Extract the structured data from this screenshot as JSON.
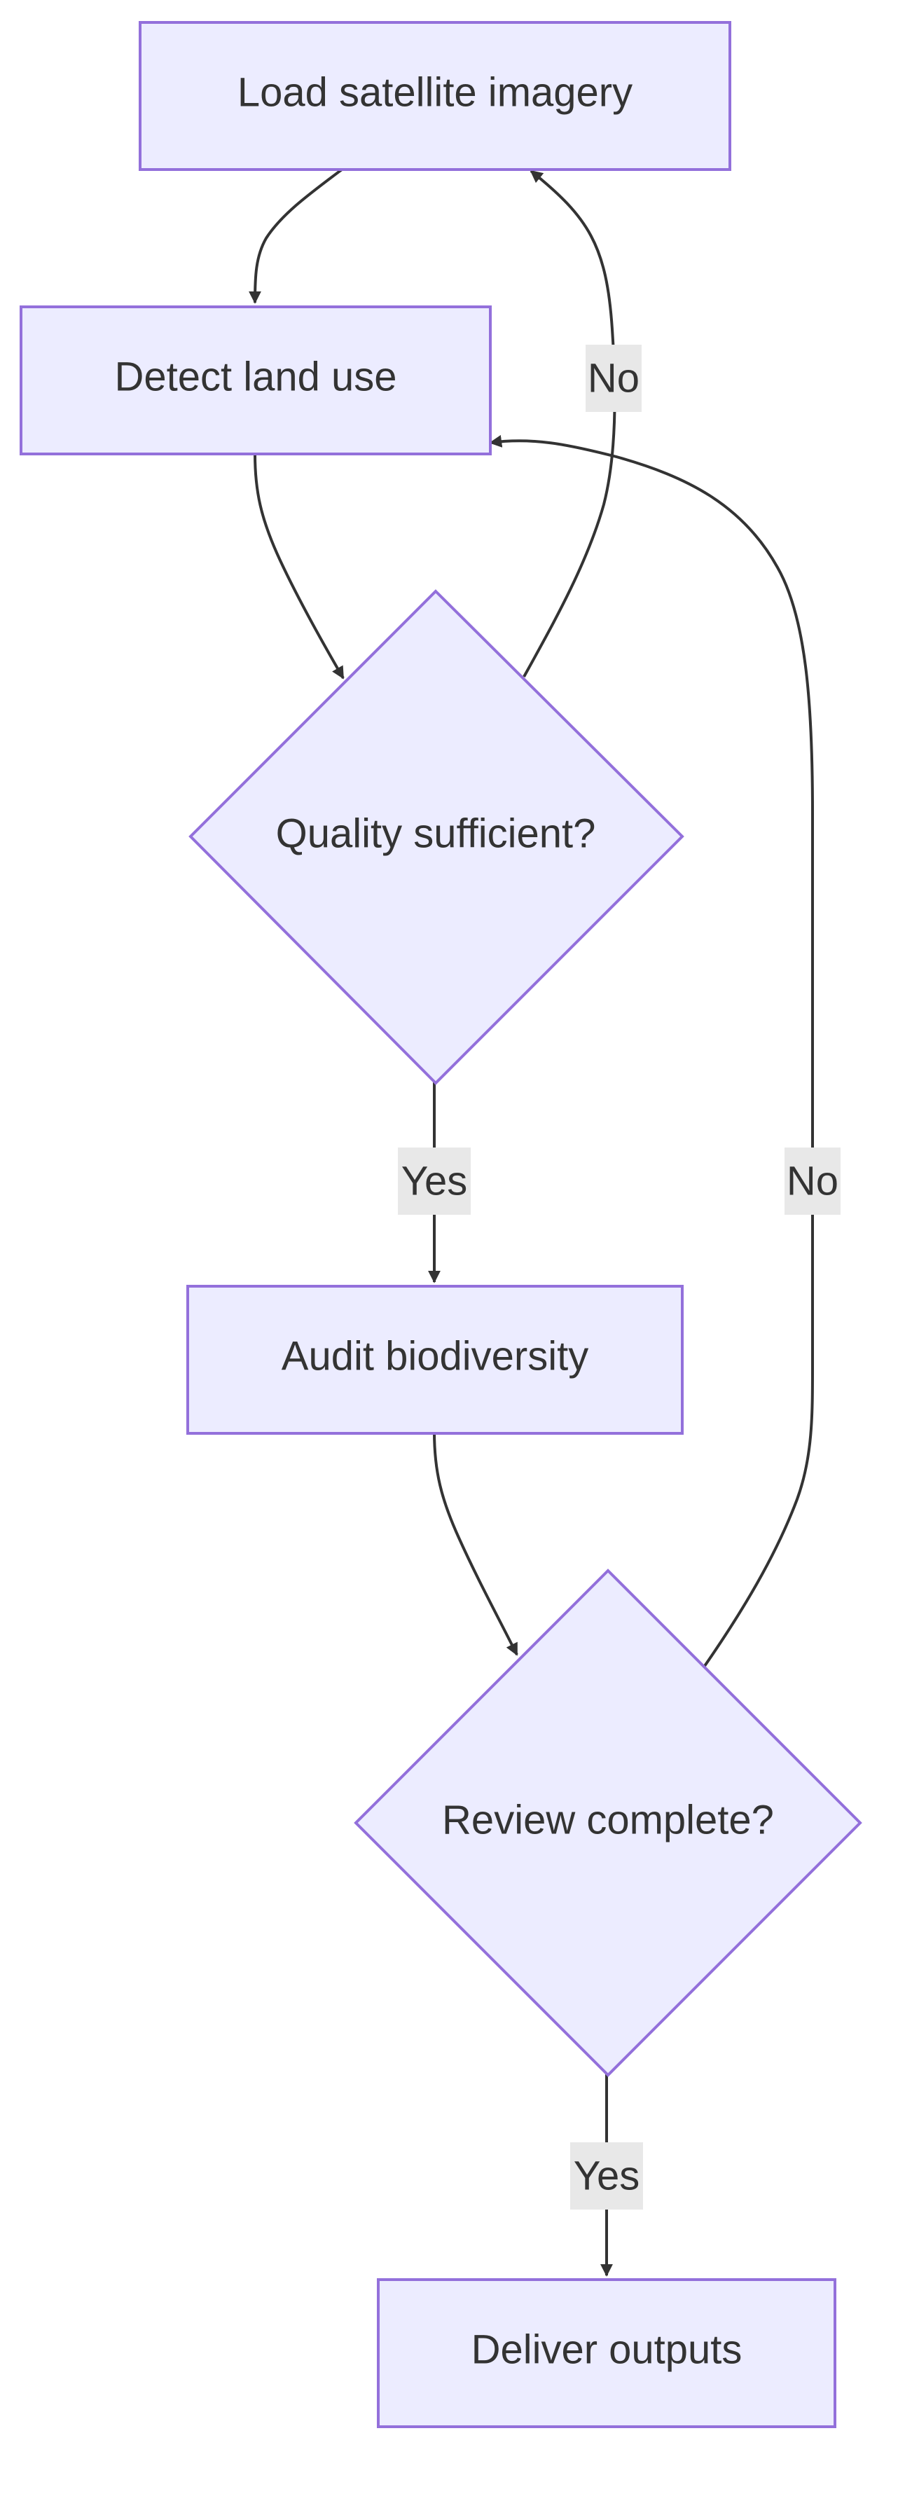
{
  "diagram": {
    "type": "flowchart",
    "nodes": {
      "load": {
        "label": "Load satellite imagery",
        "shape": "rect"
      },
      "detect": {
        "label": "Detect land use",
        "shape": "rect"
      },
      "quality": {
        "label": "Quality sufficient?",
        "shape": "diamond"
      },
      "audit": {
        "label": "Audit biodiversity",
        "shape": "rect"
      },
      "review": {
        "label": "Review complete?",
        "shape": "diamond"
      },
      "deliver": {
        "label": "Deliver outputs",
        "shape": "rect"
      }
    },
    "edges": {
      "load_detect": {
        "from": "load",
        "to": "detect",
        "label": ""
      },
      "detect_quality": {
        "from": "detect",
        "to": "quality",
        "label": ""
      },
      "quality_load": {
        "from": "quality",
        "to": "load",
        "label": "No"
      },
      "quality_audit": {
        "from": "quality",
        "to": "audit",
        "label": "Yes"
      },
      "audit_review": {
        "from": "audit",
        "to": "review",
        "label": ""
      },
      "review_detect": {
        "from": "review",
        "to": "detect",
        "label": "No"
      },
      "review_deliver": {
        "from": "review",
        "to": "deliver",
        "label": "Yes"
      }
    },
    "colors": {
      "node_fill": "#ECECFF",
      "node_stroke": "#9370DB",
      "edge": "#333333",
      "text": "#333333",
      "edge_label_bg": "#e8e8e8"
    }
  }
}
